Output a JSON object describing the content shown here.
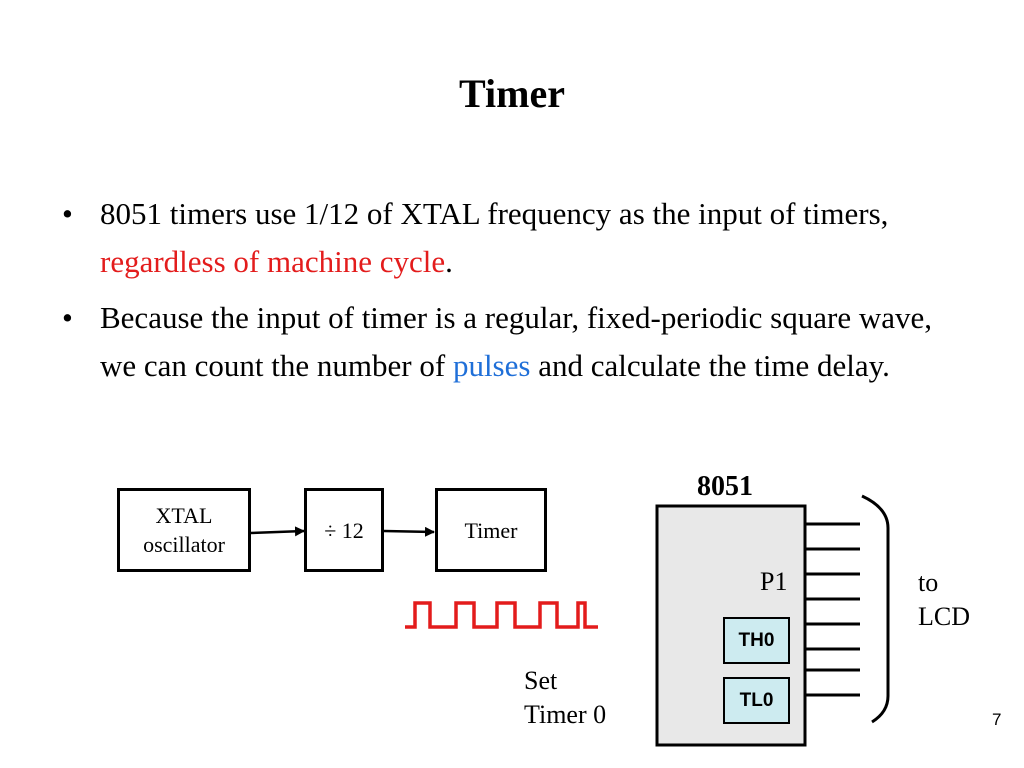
{
  "title": "Timer",
  "bullets": [
    {
      "bullet": "•",
      "text_before": "8051 timers use  1/12 of XTAL frequency as the input of timers, ",
      "highlight": "regardless of machine cycle",
      "text_after": ".",
      "highlight_color": "#e31c1c"
    },
    {
      "bullet": "•",
      "text_before": "Because the input of timer is a regular, fixed-periodic square wave, we can count the number of ",
      "highlight": "pulses",
      "text_after": " and calculate the time delay.",
      "highlight_color": "#1f6fd8"
    }
  ],
  "diagram": {
    "xtal_box_line1": "XTAL",
    "xtal_box_line2": "oscillator",
    "divider_box": "÷ 12",
    "timer_box": "Timer",
    "wave_color": "#e31c1c",
    "set_timer_line1": "Set",
    "set_timer_line2": "Timer 0",
    "chip_label": "8051",
    "port_label": "P1",
    "register_high": "TH0",
    "register_low": "TL0",
    "register_fill": "#cdebf0",
    "lcd_line1": "to",
    "lcd_line2": "LCD"
  },
  "page_number": "7"
}
